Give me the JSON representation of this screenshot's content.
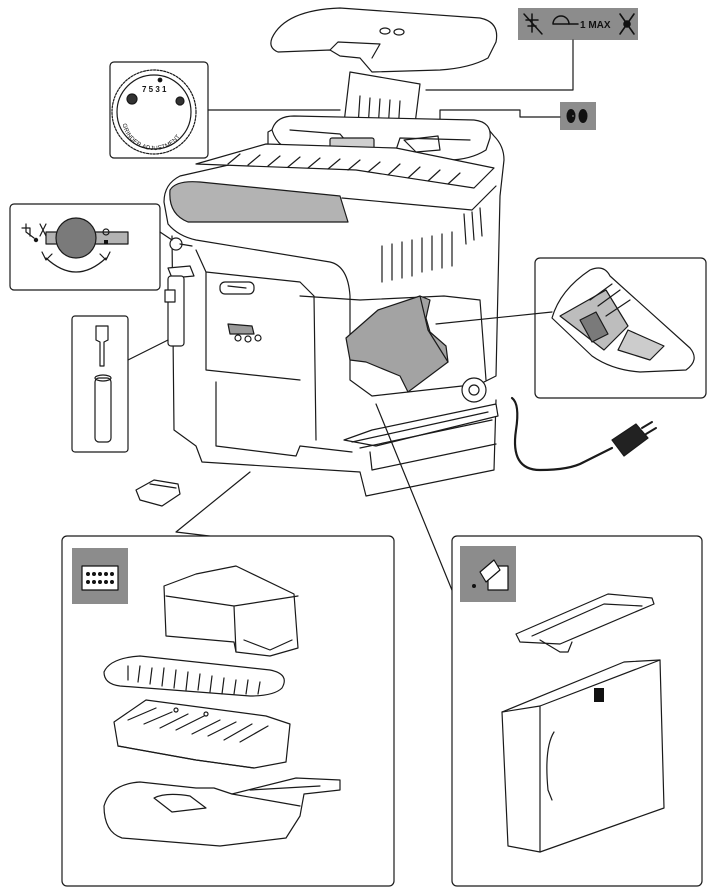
{
  "figure": {
    "top_icon_box": {
      "max_label": "1 MAX",
      "icon_names": [
        "no-water-icon",
        "powder-scoop-icon",
        "no-dishwasher-icon"
      ]
    },
    "bean_icon_box": {
      "icon_name": "coffee-beans-icon"
    },
    "grinder_dial": {
      "scale": "7 5 3 1",
      "caption": "GRINDER ADJUSTMENT"
    },
    "steam_knob_panel": {
      "icon_name": "steam-hot-water-icon"
    },
    "drip_tray_panel": {
      "icon_name": "drip-tray-icon"
    },
    "water_tank_panel": {
      "icon_name": "water-tank-fill-icon"
    },
    "colors": {
      "line": "#1a1a1a",
      "panel_fill": "#ffffff",
      "icon_box": "#8c8c8c",
      "shade": "#b3b3b3",
      "dark_fill": "#7a7a7a"
    }
  }
}
